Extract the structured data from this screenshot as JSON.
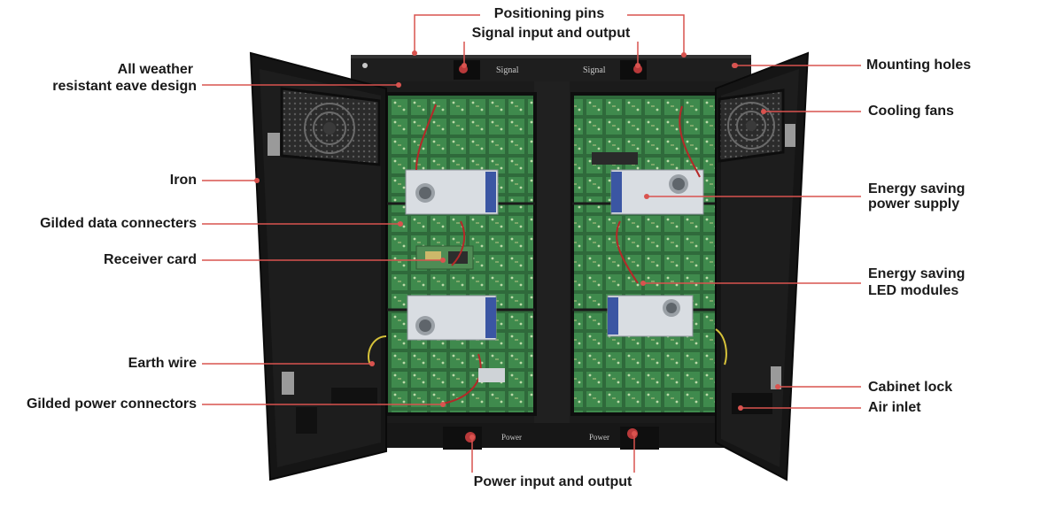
{
  "diagram": {
    "panel_text": {
      "signal_left": "Signal",
      "signal_right": "Signal",
      "power_left": "Power",
      "power_right": "Power"
    },
    "labels": {
      "positioning_pins": "Positioning pins",
      "signal_io": "Signal input and output",
      "all_weather_1": "All weather",
      "all_weather_2": "resistant eave design",
      "iron": "Iron",
      "gilded_data": "Gilded data connecters",
      "receiver_card": "Receiver card",
      "earth_wire": "Earth wire",
      "gilded_power": "Gilded power connectors",
      "power_io": "Power input and output",
      "mounting_holes": "Mounting holes",
      "cooling_fans": "Cooling fans",
      "energy_power_1": "Energy saving",
      "energy_power_2": "power supply",
      "energy_led_1": "Energy saving",
      "energy_led_2": "LED modules",
      "cabinet_lock": "Cabinet lock",
      "air_inlet": "Air inlet"
    },
    "colors": {
      "leader_line": "#d9534f",
      "cabinet": "#1c1c1c",
      "door": "#141414",
      "module_green": "#3f7d4a",
      "power_supply": "#d9dde2"
    }
  }
}
